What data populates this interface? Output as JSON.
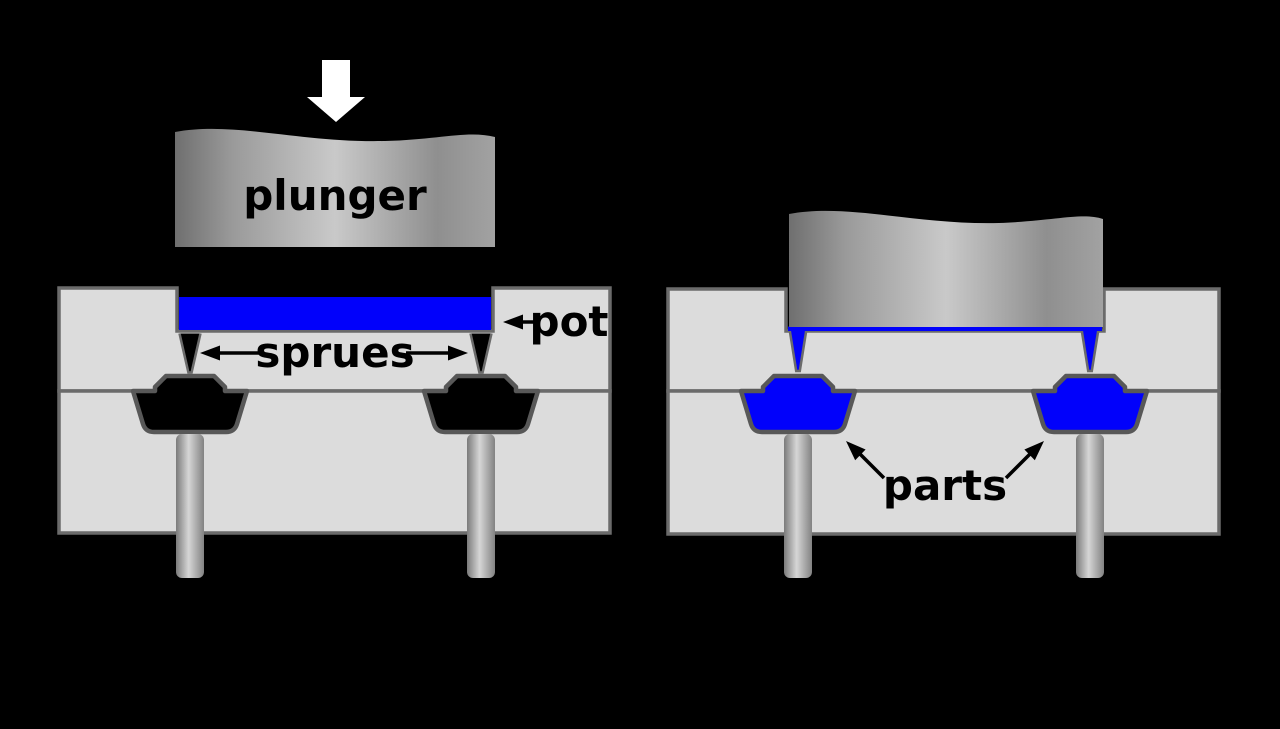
{
  "figure": {
    "type": "technical-diagram",
    "subject": "transfer molding cross-section, before and after material transfer"
  },
  "colors": {
    "background": "#000000",
    "mold_face": "#dcdcdc",
    "mold_outline": "#6b6b6b",
    "cavity_outline": "#585858",
    "cavity_empty": "#000000",
    "resin_blue": "#0101fb",
    "press_arrow": "#ffffff",
    "label_text": "#000000",
    "plunger_dark": "#6f6f6f",
    "plunger_light": "#c9c9c9",
    "plunger_mid": "#8f8f8f",
    "pin_dark": "#7a7a7a",
    "pin_light": "#d6d6d6"
  },
  "left_diagram": {
    "plunger_label": "plunger",
    "sprues_label": "sprues",
    "pot_label": "pot"
  },
  "right_diagram": {
    "parts_label": "parts"
  },
  "icons": {
    "press_direction": "down-arrow-icon"
  }
}
